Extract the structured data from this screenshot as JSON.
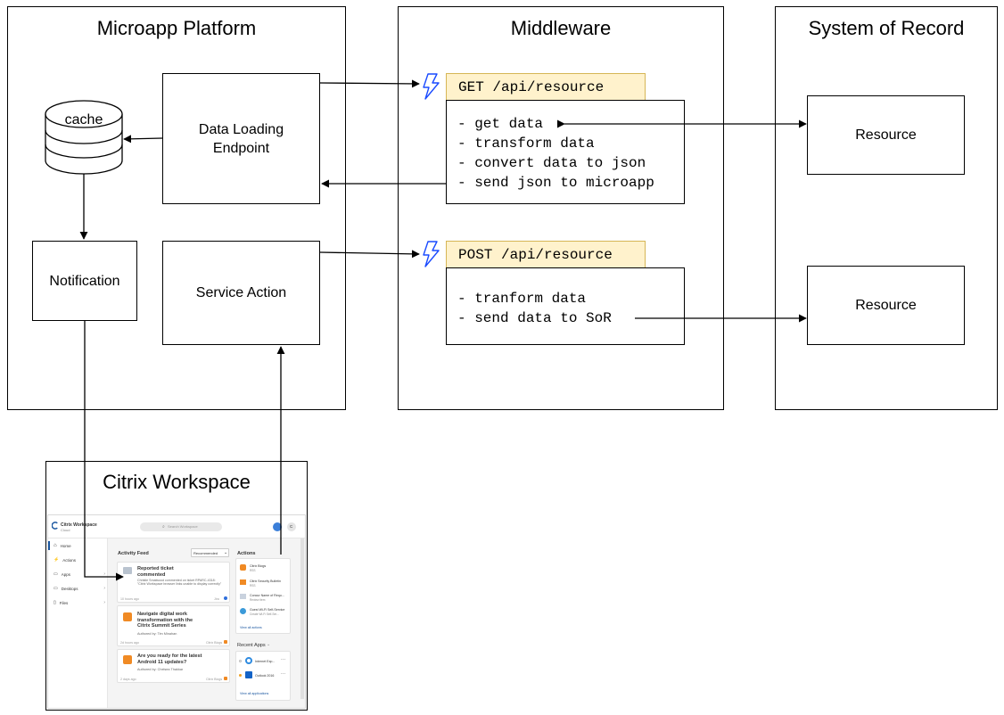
{
  "panels": {
    "microapp": "Microapp Platform",
    "middleware": "Middleware",
    "sor": "System of Record",
    "citrix": "Citrix Workspace"
  },
  "nodes": {
    "cache": "cache",
    "data_loading": "Data Loading Endpoint",
    "notification": "Notification",
    "service_action": "Service Action",
    "resource_1": "Resource",
    "resource_2": "Resource"
  },
  "endpoints": {
    "get": "GET /api/resource",
    "post": "POST /api/resource"
  },
  "get_steps": [
    "- get data",
    "- transform data",
    "- convert data to json",
    "- send json to microapp"
  ],
  "post_steps": [
    "- tranform data",
    "- send data to SoR"
  ],
  "colors": {
    "endpoint_fill": "#fff2cc",
    "endpoint_border": "#d6b656",
    "lightning": "#1a4bff",
    "rss": "#f08a24"
  },
  "workspace": {
    "app_name": "Citrix Workspace",
    "app_sub": "Cloud",
    "search_placeholder": "Search Workspace",
    "avatar_letter": "C",
    "nav": [
      "Home",
      "Actions",
      "Apps",
      "Desktops",
      "Files"
    ],
    "activity_title": "Activity Feed",
    "sort_label": "Recommended",
    "feed": [
      {
        "title": "Reported ticket commented",
        "body": "Christie Smalwood commented on ticket RPARC-4318: \"Citrix Workspace browser links unable to display correctly\"",
        "time": "10 hours ago",
        "source": "Jira"
      },
      {
        "title": "Navigate digital work transformation with the Citrix Summit Series",
        "body": "Authored by: Tim Minahan",
        "time": "2d hours ago",
        "source": "Citrix Blogs"
      },
      {
        "title": "Are you ready for the latest Android 11 updates?",
        "body": "Authored by: Chelsea Thakkar",
        "time": "2 days ago",
        "source": "Citrix Blogs"
      }
    ],
    "actions_title": "Actions",
    "actions": [
      {
        "name": "Citrix Blogs",
        "sub": "RSS"
      },
      {
        "name": "Citrix Security Bulletin",
        "sub": "RSS"
      },
      {
        "name": "Concur Name of Requ...",
        "sub": "Review item"
      },
      {
        "name": "Guest Wi-Fi Self-Service",
        "sub": "Create Wi-Fi Self-Ser..."
      }
    ],
    "view_all_actions": "View all actions",
    "recent_title": "Recent Apps",
    "recent": [
      {
        "name": "Internet Exp..."
      },
      {
        "name": "Outlook 2016"
      }
    ],
    "view_all_apps": "View all applications"
  }
}
